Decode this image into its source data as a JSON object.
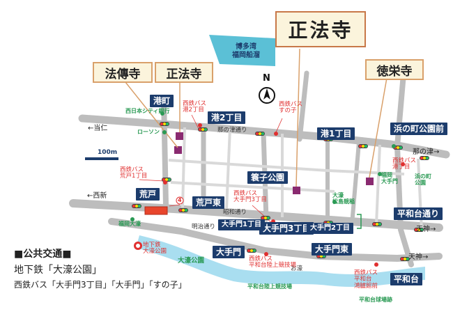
{
  "temples": {
    "shoboji_main": "正法寺",
    "hodenji": "法傳寺",
    "shoboji": "正法寺",
    "tokueiji": "徳栄寺"
  },
  "water": {
    "bay_label": "博多湾\n福岡船溜",
    "ohori_label": "大濠公園"
  },
  "compass": "N",
  "scale": "100m",
  "stations": {
    "minatomachi": "港町",
    "minato2": "港2丁目",
    "minato1": "港1丁目",
    "hamanomachi": "浜の町公園前",
    "mikasa": "簑子公園",
    "arato": "荒戸",
    "aratohigashi": "荒戸東",
    "heiwadai_dori": "平和台通り",
    "ote3": "大手門3丁目",
    "ote2": "大手門2丁目",
    "ote1": "大手門1丁目",
    "otemon": "大手門",
    "otemonhigashi": "大手門東",
    "heiwadai": "平和台"
  },
  "roads": {
    "atogaku": "←当仁",
    "nishishin": "←西新",
    "nonotsu_right": "那の津→",
    "tenjin1": "天神→",
    "tenjin2": "天神→",
    "nonotsu_road": "那の津通り",
    "showa": "昭和通り",
    "meiji": "明治通り",
    "ohori": "お濠"
  },
  "bus_stops": {
    "minato2": "西鉄バス\n港2丁目",
    "sunoko": "西鉄バス\nすの子",
    "arato1": "西鉄バス\n荒戸1丁目",
    "ote3": "西鉄バス\n大手門3丁目",
    "minato_right": "西鉄バス\n港丁目",
    "heiwadai_kyogijo": "西鉄バス\n平和台陸上競技場",
    "heiwadai_ekimae": "西鉄バス\n平和台\n鴻臚館前"
  },
  "landmarks": {
    "nishinippon": "西日本シティ銀行",
    "lawson": "ローソン",
    "fukuoka_ohori": "福岡大濠",
    "subway": "地下鉄\n大濠公園",
    "heiwadai_kyogijo": "平和台陸上競技場",
    "fukuoka_stadium": "平和台球場跡",
    "ohori_koen_park": "大濠公園",
    "school_right": "福岡\n大手門",
    "hamanomachi_park": "浜の町\n公園",
    "school_center": "大濠\n松島競稲",
    "ohori_gokoku": "大濠\n松島競稲"
  },
  "marker_number": "4",
  "legend": {
    "title": "■公共交通■",
    "line1": "地下鉄「大濠公園」",
    "line2": "西鉄バス「大手門3丁目」「大手門」「すの子」"
  }
}
